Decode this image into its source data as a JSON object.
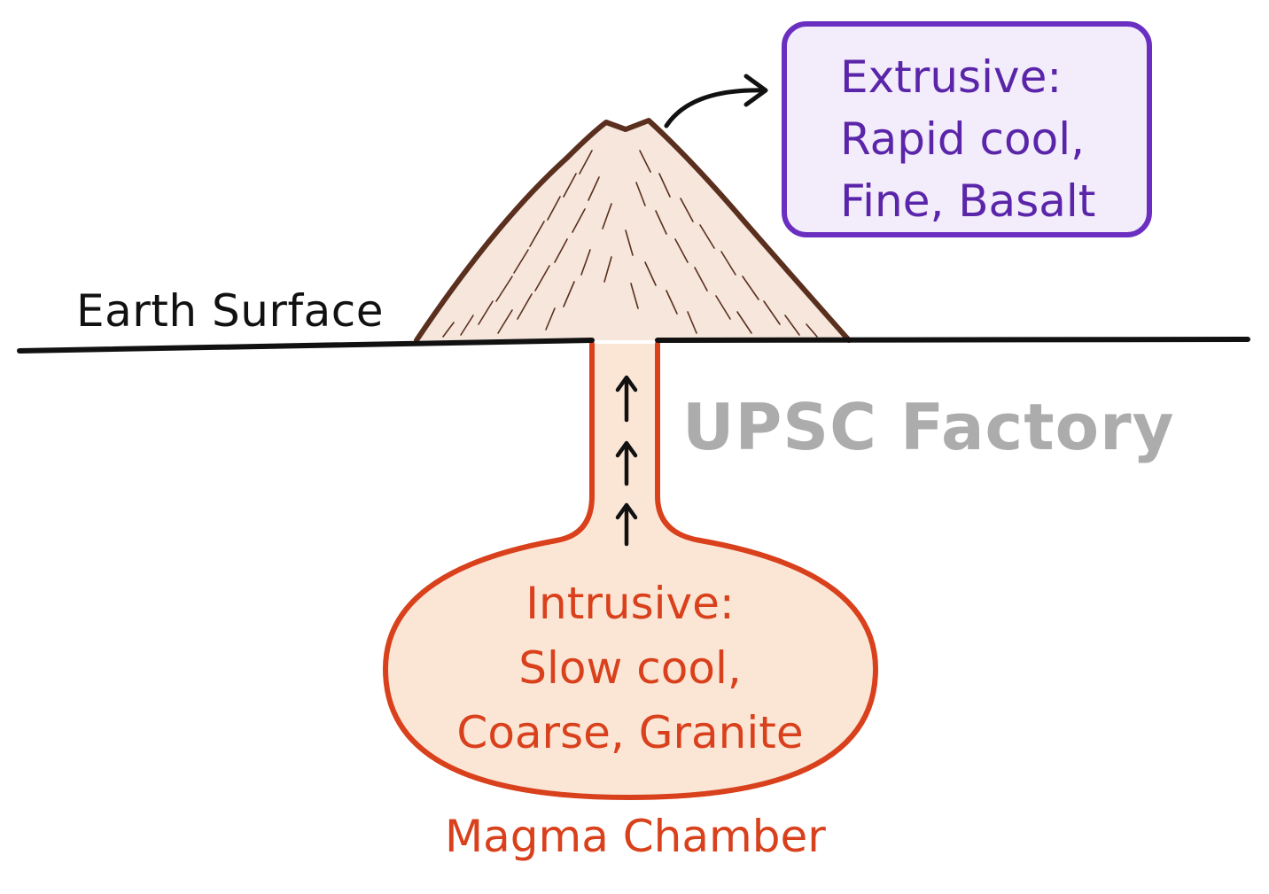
{
  "labels": {
    "earth_surface": "Earth Surface",
    "magma_chamber": "Magma Chamber",
    "watermark": "UPSC Factory"
  },
  "extrusive": {
    "line1": "Extrusive:",
    "line2": "Rapid cool,",
    "line3": "Fine, Basalt"
  },
  "intrusive": {
    "line1": "Intrusive:",
    "line2": "Slow cool,",
    "line3": "Coarse, Granite"
  },
  "colors": {
    "extrusive": "#6a2fc0",
    "intrusive": "#d9401c",
    "volcano_outline": "#5a2f1e",
    "magma_fill": "#fbe6d6",
    "ground": "#111111",
    "watermark": "#9e9e9e"
  }
}
